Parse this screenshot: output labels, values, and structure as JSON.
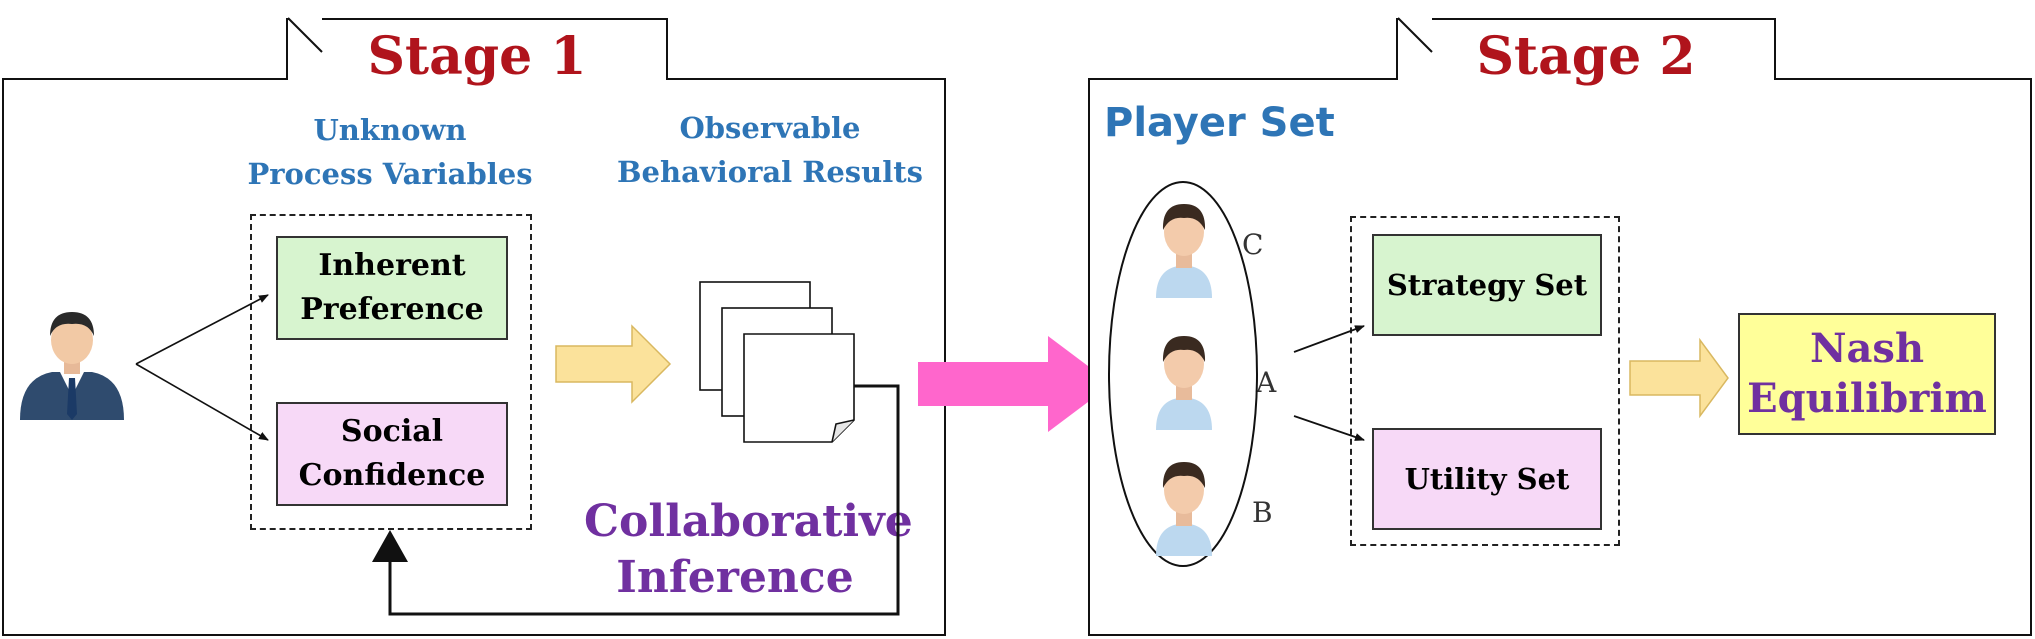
{
  "stage1": {
    "tab_label": "Stage 1",
    "unknown_label_line1": "Unknown",
    "unknown_label_line2": "Process Variables",
    "observable_label_line1": "Observable",
    "observable_label_line2": "Behavioral Results",
    "inherent_line1": "Inherent",
    "inherent_line2": "Preference",
    "social_line1": "Social",
    "social_line2": "Confidence",
    "collab_line1": "Collaborative",
    "collab_line2": "Inference"
  },
  "stage2": {
    "tab_label": "Stage 2",
    "player_set_label": "Player Set",
    "players": [
      "C",
      "A",
      "B"
    ],
    "strategy_set": "Strategy Set",
    "utility_set": "Utility Set",
    "nash_line1": "Nash",
    "nash_line2": "Equilibrim"
  },
  "colors": {
    "stage_title": "#b0141c",
    "blue_label": "#2e75b6",
    "purple_text": "#7030a0",
    "green_box": "#d7f4cf",
    "pink_box": "#f7d9f7",
    "yellow_box": "#ffff99",
    "big_arrow": "#ff66cc",
    "small_arrow": "#fbe29b"
  },
  "icons": {
    "user": "businessman-icon",
    "documents": "stacked-documents-icon",
    "player": "person-avatar-icon"
  }
}
